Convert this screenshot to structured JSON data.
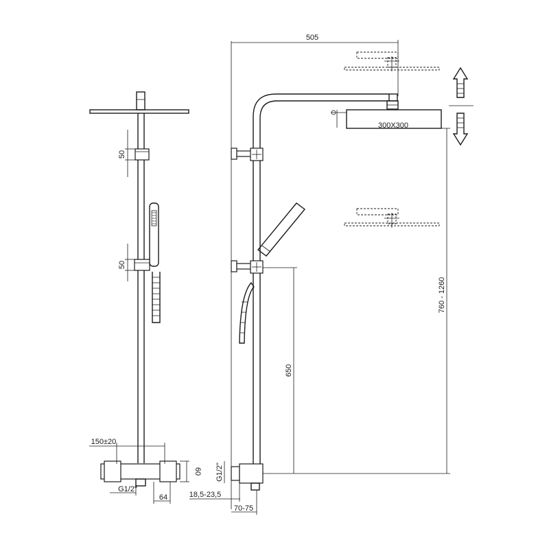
{
  "dimensions": {
    "arm_length": "505",
    "head_size": "300X300",
    "height_range": "760 - 1260",
    "handset_height": "650",
    "bracket_upper": "50",
    "bracket_lower": "50",
    "inlet_spacing": "150±20",
    "mixer_height": "60",
    "inlet_thread_front": "G1/2\"",
    "inlet_thread_side": "G1/2\"",
    "mixer_depth": "64",
    "wall_offset": "18,5-23,5",
    "projection": "70-75"
  },
  "colors": {
    "line": "#1a1a1a",
    "background": "#ffffff"
  },
  "icons": {
    "adjust_up": "arrow-up-icon",
    "adjust_down": "arrow-down-icon"
  }
}
